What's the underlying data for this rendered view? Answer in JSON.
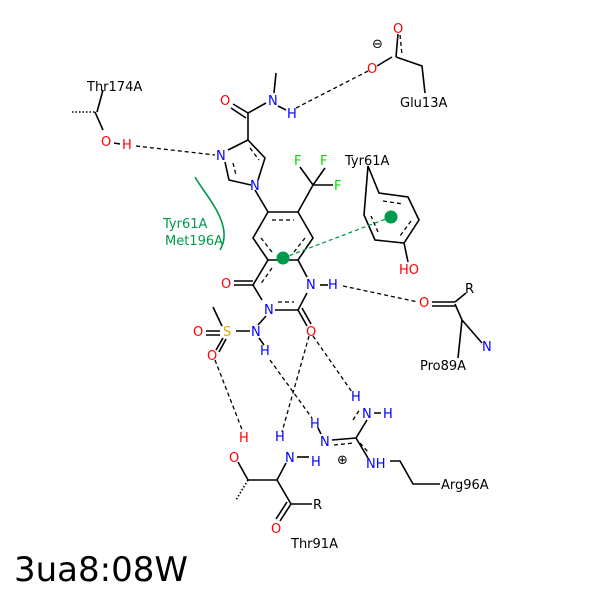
{
  "title": "3ua8:08W",
  "residues": {
    "glu13": "Glu13A",
    "thr174": "Thr174A",
    "tyr61": "Tyr61A",
    "pro89": "Pro89A",
    "thr91": "Thr91A",
    "arg96": "Arg96A",
    "hydrophobic_1": "Tyr61A",
    "hydrophobic_2": "Met196A"
  },
  "atoms": {
    "O": "O",
    "N": "N",
    "H": "H",
    "F": "F",
    "S": "S",
    "R": "R",
    "HO": "HO",
    "NH": "NH"
  },
  "charges": {
    "minus": "⊖",
    "plus": "⊕"
  },
  "colors": {
    "nitrogen": "#0000ff",
    "oxygen": "#ff0000",
    "fluorine": "#00dd00",
    "sulfur": "#e8a800",
    "hydrophobic": "#009a4a"
  }
}
